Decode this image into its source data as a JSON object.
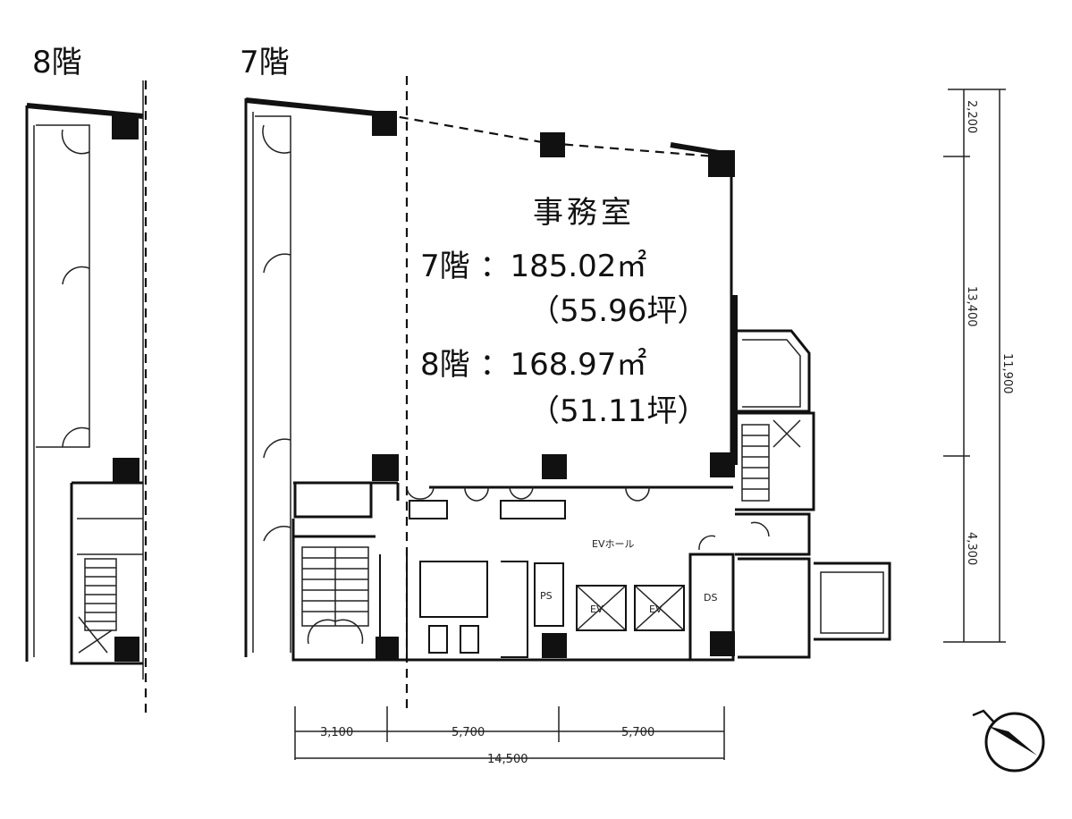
{
  "floor_labels": {
    "floor8": "8階",
    "floor7": "7階"
  },
  "office": {
    "title": "事務室",
    "floor7_area": "7階 ：185.02㎡",
    "floor7_tsubo": "（55.96坪）",
    "floor8_area": "8階 ：168.97㎡",
    "floor8_tsubo": "（51.11坪）"
  },
  "rooms": {
    "ev_hall": "EVホール",
    "ev_a": "EV",
    "ev_b": "EV",
    "ds": "DS",
    "ps": "PS"
  },
  "dimensions": {
    "bottom_1": "3,100",
    "bottom_2": "5,700",
    "bottom_3": "5,700",
    "bottom_total": "14,500",
    "right_1": "2,200",
    "right_2": "13,400",
    "right_3": "4,300",
    "right_total": "11,900"
  },
  "colors": {
    "ink": "#111111",
    "paper": "#ffffff"
  }
}
